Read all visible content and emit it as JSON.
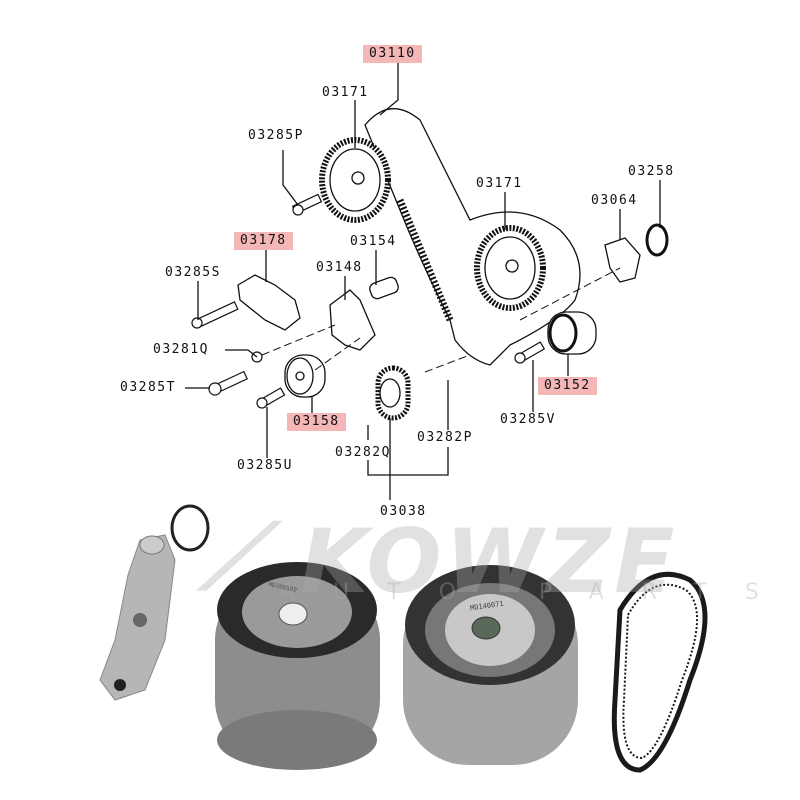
{
  "diagram": {
    "part_labels": {
      "belt": "03110",
      "cam_sprocket_left": "03171",
      "cam_sprocket_right": "03171",
      "bolt_p": "03285P",
      "auto_tensioner": "03178",
      "bolt_s": "03285S",
      "pin": "03154",
      "tensioner_arm": "03148",
      "washer": "03281Q",
      "bolt_t": "03285T",
      "tensioner_pulley": "03158",
      "bolt_u": "03285U",
      "key_q": "03282Q",
      "key_p": "03282P",
      "crank_sprocket_set": "03038",
      "seal_plate": "03064",
      "oil_seal": "03258",
      "idler_pulley": "03152",
      "bolt_v": "03285V"
    },
    "highlighted_color": "#f4b6b6"
  },
  "watermark": {
    "brand": "KOWZE",
    "tagline": "AUTO PARTS"
  },
  "products": {
    "pulley_left_marking": "MD308589",
    "pulley_right_marking": "MD140071"
  }
}
